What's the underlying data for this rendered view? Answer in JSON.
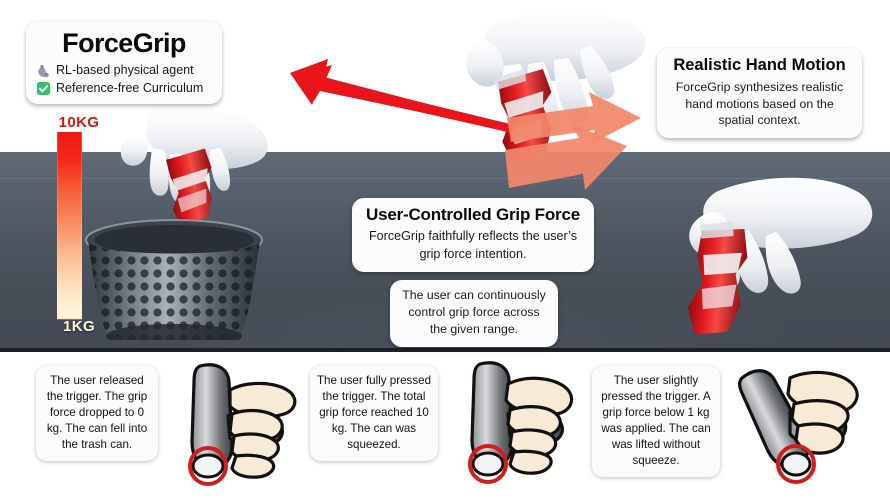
{
  "title_card": {
    "brand": "ForceGrip",
    "bullets": [
      {
        "icon": "flexed-biceps-icon",
        "label": "RL-based physical agent"
      },
      {
        "icon": "green-check-box-icon",
        "label": "Reference-free Curriculum"
      }
    ]
  },
  "gauge": {
    "top_label": "10KG",
    "bottom_label": "1KG",
    "top_color": "#ef1810",
    "bottom_color": "#fdf8df"
  },
  "callouts": {
    "hand_motion": {
      "heading": "Realistic Hand Motion",
      "body": "ForceGrip synthesizes realistic hand motions based on the spatial context."
    },
    "grip_force": {
      "heading": "User-Controlled Grip Force",
      "body": "ForceGrip faithfully reflects the user’s grip force intention."
    },
    "range": {
      "body": "The user can continuously control grip force across the given range."
    }
  },
  "arrows": {
    "left": {
      "name": "red-left-arrow",
      "color": "#e8151a"
    },
    "right": {
      "name": "salmon-right-arrows",
      "color": "#f2866b"
    }
  },
  "scene": {
    "background_top": "#606b78",
    "background_bottom": "#424954",
    "objects": [
      {
        "name": "hand-dropping-can-into-trash",
        "caption": ""
      },
      {
        "name": "hand-crushing-can",
        "caption": ""
      },
      {
        "name": "hand-holding-can",
        "caption": ""
      }
    ]
  },
  "panels": [
    {
      "name": "panel-released-trigger",
      "caption": "The user released the trigger.\nThe grip force dropped to 0 kg.\nThe can fell into the trash can.",
      "illustration": "controller-open-hand-icon",
      "trigger_state": "released"
    },
    {
      "name": "panel-fully-pressed-trigger",
      "caption": "The user fully pressed the trigger.\nThe total grip force reached 10 kg.\nThe can was squeezed.",
      "illustration": "controller-closed-hand-icon",
      "trigger_state": "fully-pressed"
    },
    {
      "name": "panel-slightly-pressed-trigger",
      "caption": "The user slightly pressed the trigger.\nA grip force below 1 kg was applied.\nThe can was lifted without squeeze.",
      "illustration": "controller-tilted-hand-icon",
      "trigger_state": "slightly-pressed"
    }
  ]
}
